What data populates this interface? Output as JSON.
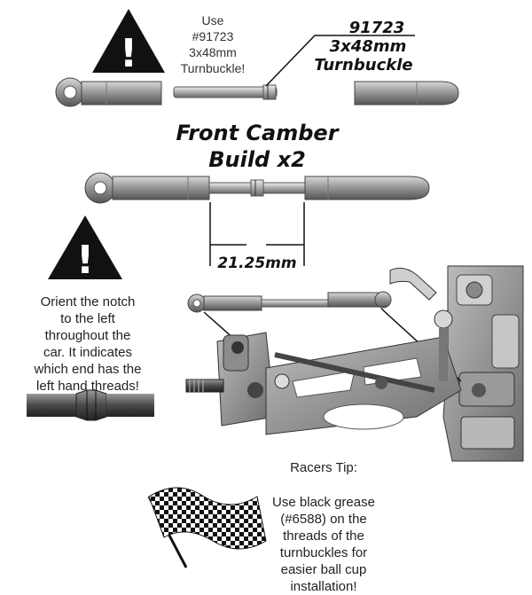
{
  "top_note": {
    "line1": "Use",
    "line2": "#91723",
    "line3": "3x48mm",
    "line4": "Turnbuckle!"
  },
  "part_label": {
    "number": "91723",
    "size": "3x48mm",
    "name": "Turnbuckle"
  },
  "build_title": {
    "line1": "Front Camber",
    "line2": "Build x2"
  },
  "dimension": "21.25mm",
  "orient_note": {
    "lines": [
      "Orient the notch",
      "to the left",
      "throughout the",
      "car.  It indicates",
      "which end has the",
      "left hand threads!"
    ]
  },
  "racers_tip": {
    "heading": "Racers Tip:",
    "lines": [
      "Use black grease",
      "(#6588) on the",
      "threads of the",
      "turnbuckles for",
      "easier ball cup",
      "installation!"
    ]
  },
  "icons": [
    "warning-triangle-icon",
    "checkered-flag-icon"
  ]
}
